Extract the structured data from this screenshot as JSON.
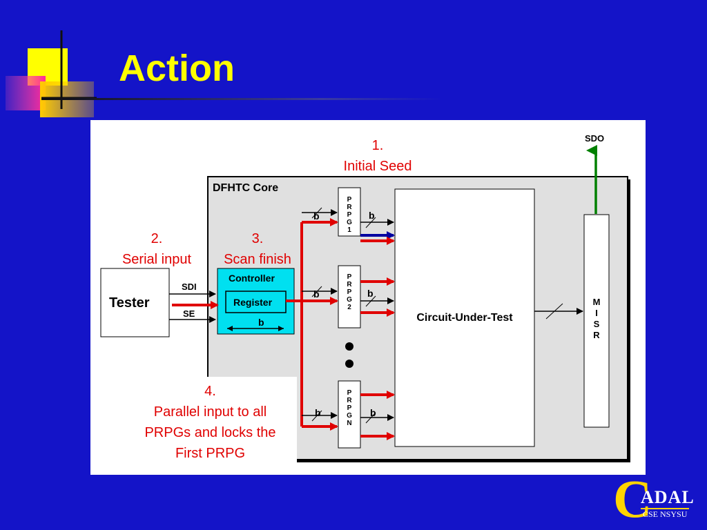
{
  "slide": {
    "title": "Action"
  },
  "diagram": {
    "sdo": "SDO",
    "core_title": "DFHTC Core",
    "tester": "Tester",
    "sdi": "SDI",
    "se": "SE",
    "controller": "Controller",
    "register": "Register",
    "b": "b",
    "cut": "Circuit-Under-Test",
    "misr": "M\nI\nS\nR",
    "prpg1": "P\nR\nP\nG\n1",
    "prpg2": "P\nR\nP\nG\n2",
    "prpgn": "P\nR\nP\nG\nN"
  },
  "annotations": {
    "step1": "1.\nInitial Seed",
    "step2": "2.\nSerial input",
    "step3": "3.\nScan finish",
    "step4": "4.\nParallel input to all\nPRPGs and locks the\nFirst PRPG"
  },
  "logo": {
    "letter": "C",
    "word": "ADAL",
    "sub": "CSE NSYSU"
  },
  "colors": {
    "background": "#1414c8",
    "title": "#ffff00",
    "annotation": "#e00000",
    "controller_fill": "#00e0f0",
    "core_fill": "#e0e0e0",
    "sdo_arrow": "#008000",
    "blue_arrow": "#0000a0"
  }
}
